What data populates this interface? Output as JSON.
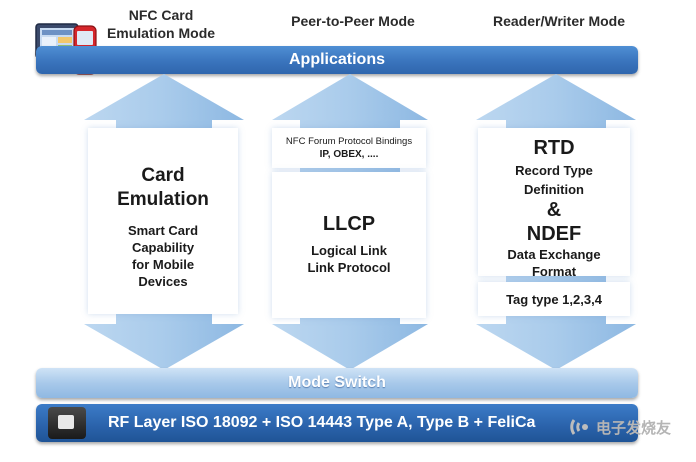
{
  "modes": {
    "card": "NFC Card Emulation Mode",
    "card_line1": "NFC Card",
    "card_line2": "Emulation Mode",
    "p2p": "Peer-to-Peer Mode",
    "rw": "Reader/Writer Mode"
  },
  "bars": {
    "applications": "Applications",
    "mode_switch": "Mode Switch",
    "rf_layer": "RF Layer ISO 18092 + ISO 14443 Type A, Type B + FeliCa"
  },
  "card": {
    "title1": "Card",
    "title2": "Emulation",
    "desc1": "Smart Card",
    "desc2": "Capability",
    "desc3": "for Mobile",
    "desc4": "Devices"
  },
  "p2p": {
    "bindings1": "NFC Forum Protocol Bindings",
    "bindings2": "IP, OBEX, ....",
    "title": "LLCP",
    "desc1": "Logical Link",
    "desc2": "Link Protocol"
  },
  "rw": {
    "rtd": "RTD",
    "rtd_desc1": "Record Type",
    "rtd_desc2": "Definition",
    "amp": "&",
    "ndef": "NDEF",
    "ndef_desc1": "Data Exchange",
    "ndef_desc2": "Format",
    "tag": "Tag type 1,2,3,4"
  },
  "logo": {
    "text": "电子发烧友",
    "icon": "logo-signal-icon"
  },
  "colors": {
    "bar_dark": "#3a74bd",
    "bar_light": "#a8c9ea",
    "arrow": "#a9cbeb"
  }
}
